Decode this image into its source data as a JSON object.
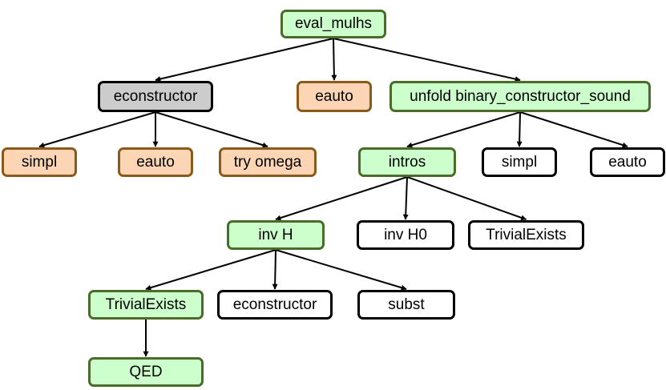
{
  "tree": {
    "nodes": {
      "eval_mulhs": {
        "label": "eval_mulhs",
        "state": "green"
      },
      "econstructor_top": {
        "label": "econstructor",
        "state": "gray"
      },
      "eauto_mid": {
        "label": "eauto",
        "state": "orange"
      },
      "unfold": {
        "label": "unfold binary_constructor_sound",
        "state": "green"
      },
      "simpl_left": {
        "label": "simpl",
        "state": "orange"
      },
      "eauto_left": {
        "label": "eauto",
        "state": "orange"
      },
      "try_omega": {
        "label": "try omega",
        "state": "orange"
      },
      "intros": {
        "label": "intros",
        "state": "green"
      },
      "simpl_right": {
        "label": "simpl",
        "state": "white"
      },
      "eauto_right": {
        "label": "eauto",
        "state": "white"
      },
      "inv_h": {
        "label": "inv H",
        "state": "green"
      },
      "inv_h0": {
        "label": "inv H0",
        "state": "white"
      },
      "trivial_exists_right": {
        "label": "TrivialExists",
        "state": "white"
      },
      "trivial_exists_left": {
        "label": "TrivialExists",
        "state": "green"
      },
      "econstructor_bottom": {
        "label": "econstructor",
        "state": "white"
      },
      "subst": {
        "label": "subst",
        "state": "white"
      },
      "qed": {
        "label": "QED",
        "state": "green"
      }
    },
    "edges": [
      [
        "eval_mulhs",
        "econstructor_top"
      ],
      [
        "eval_mulhs",
        "eauto_mid"
      ],
      [
        "eval_mulhs",
        "unfold"
      ],
      [
        "econstructor_top",
        "simpl_left"
      ],
      [
        "econstructor_top",
        "eauto_left"
      ],
      [
        "econstructor_top",
        "try_omega"
      ],
      [
        "unfold",
        "intros"
      ],
      [
        "unfold",
        "simpl_right"
      ],
      [
        "unfold",
        "eauto_right"
      ],
      [
        "intros",
        "inv_h"
      ],
      [
        "intros",
        "inv_h0"
      ],
      [
        "intros",
        "trivial_exists_right"
      ],
      [
        "inv_h",
        "trivial_exists_left"
      ],
      [
        "inv_h",
        "econstructor_bottom"
      ],
      [
        "inv_h",
        "subst"
      ],
      [
        "trivial_exists_left",
        "qed"
      ]
    ]
  },
  "colors": {
    "green_fill": "#ccffcc",
    "green_border": "#4a6b2a",
    "orange_fill": "#fcd5b5",
    "orange_border": "#8a5a1a",
    "gray_fill": "#cccccc",
    "white_fill": "#ffffff",
    "edge": "#000000"
  }
}
